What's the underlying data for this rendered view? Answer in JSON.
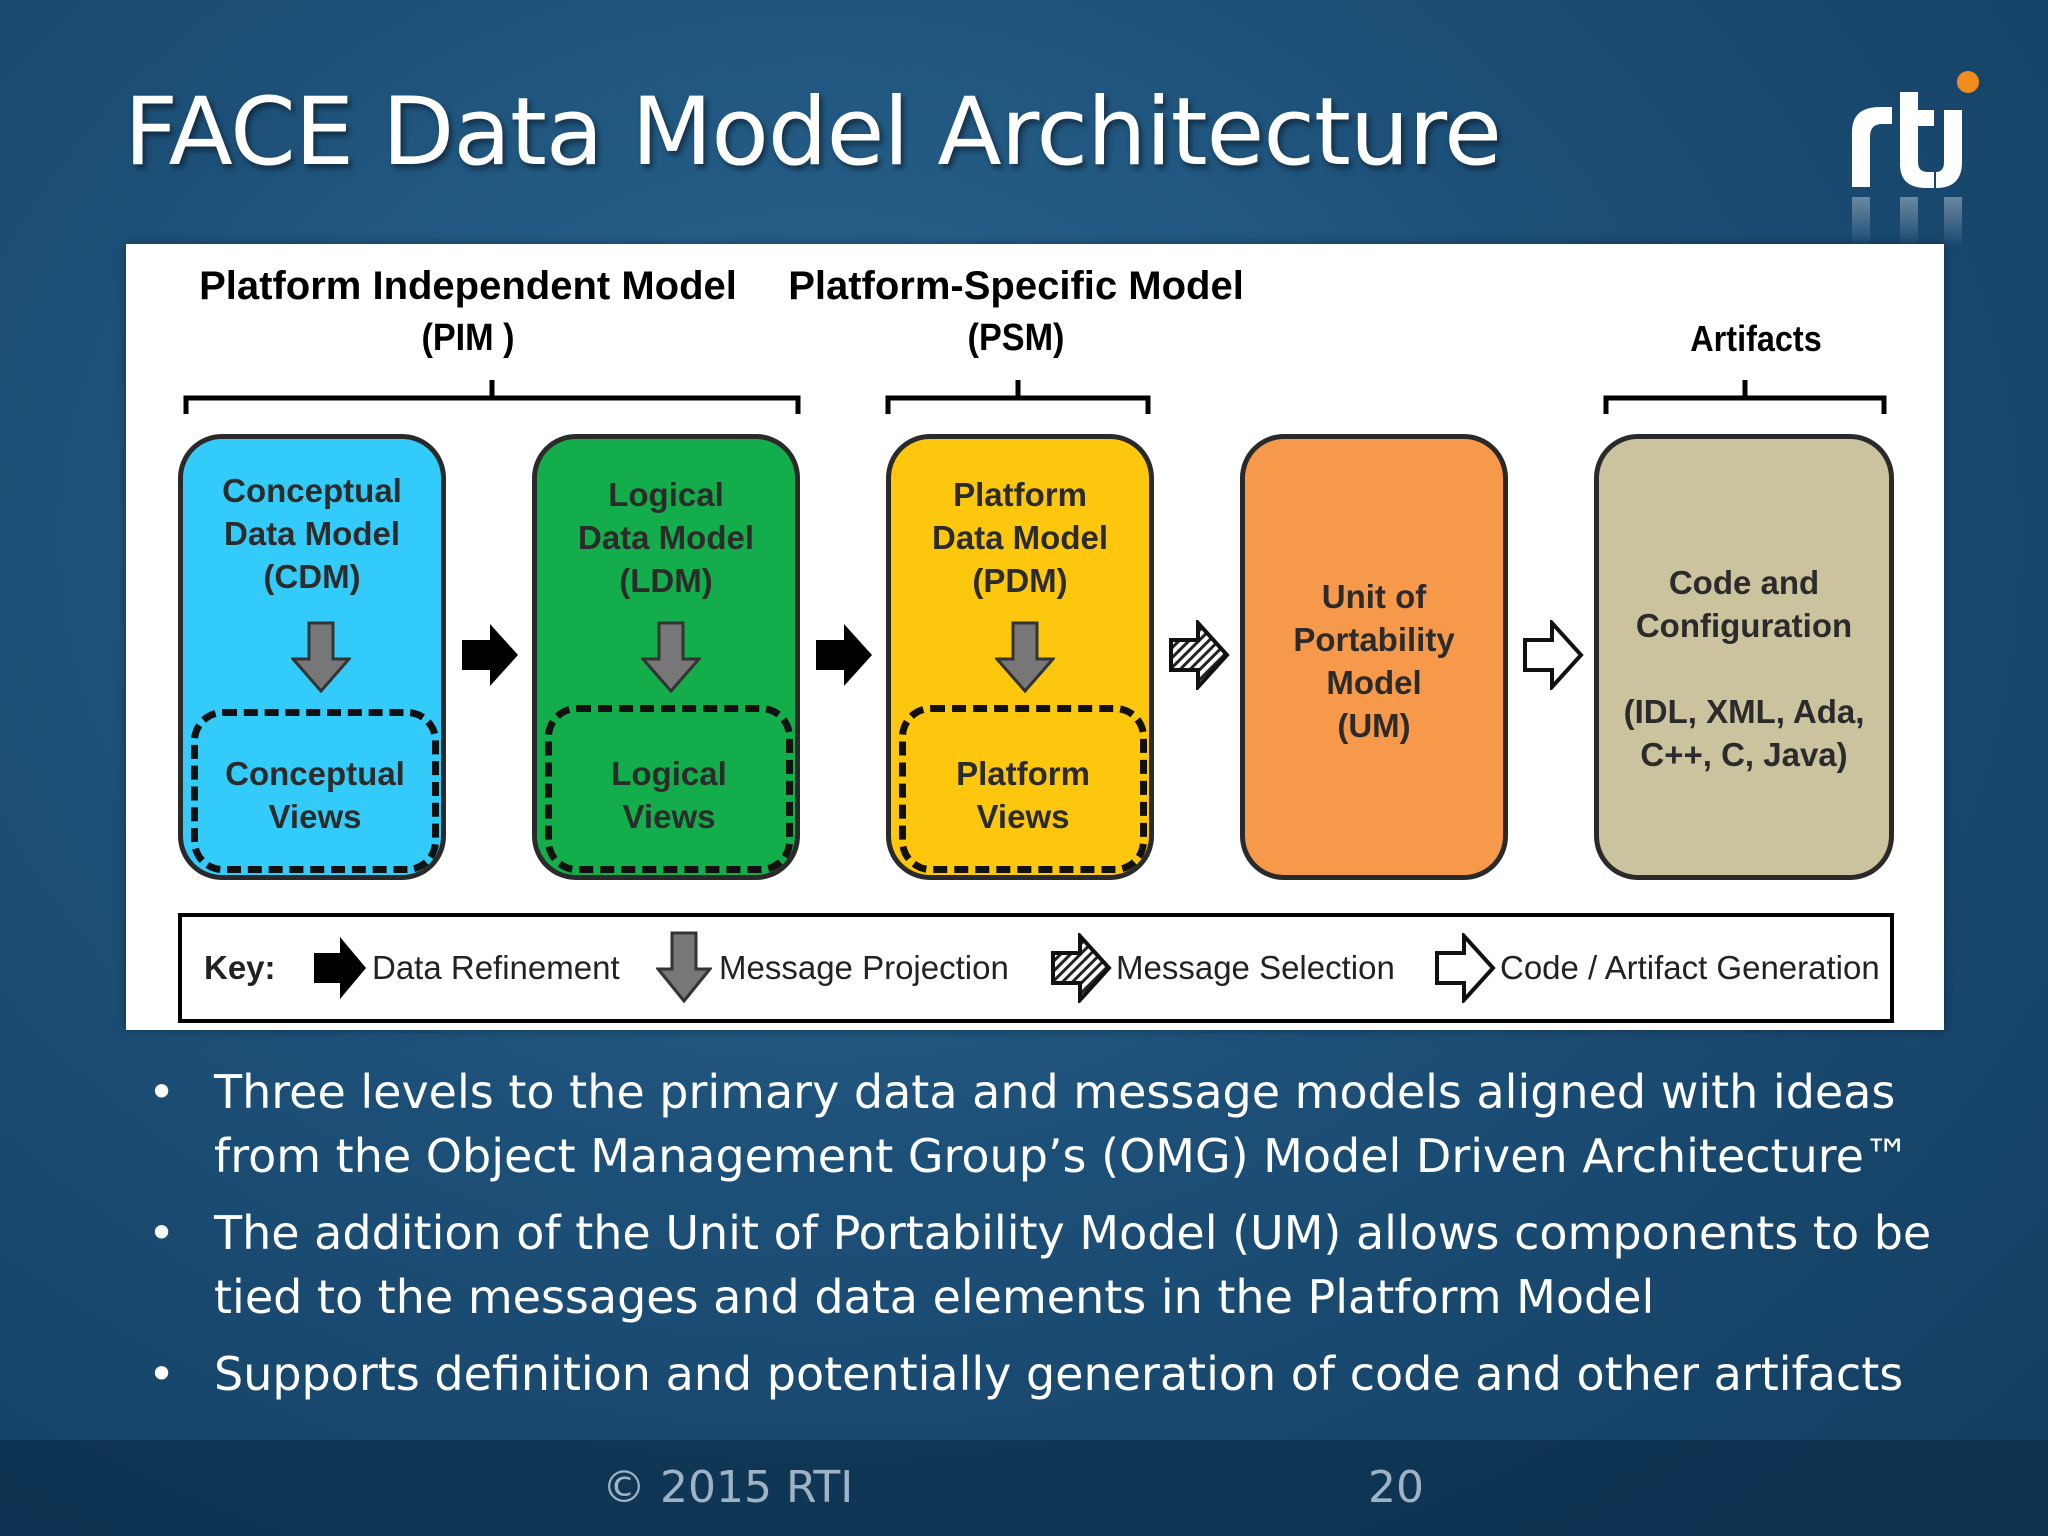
{
  "title": "FACE Data Model Architecture",
  "logo_text": "rti",
  "diagram": {
    "groups": [
      {
        "line1": "Platform Independent Model",
        "line2": "(PIM )"
      },
      {
        "line1": "Platform-Specific Model",
        "line2": "(PSM)"
      },
      {
        "line1": "",
        "line2": "Artifacts"
      }
    ],
    "boxes": [
      {
        "text": "Conceptual\nData Model\n(CDM)",
        "views": "Conceptual\nViews",
        "color": "#33ccfa"
      },
      {
        "text": "Logical\nData Model\n(LDM)",
        "views": "Logical\nViews",
        "color": "#14ad4b"
      },
      {
        "text": "Platform\nData Model\n(PDM)",
        "views": "Platform\nViews",
        "color": "#fcc70d"
      },
      {
        "text": "Unit of\nPortability\nModel\n(UM)",
        "color": "#f7994a"
      },
      {
        "text": "Code and\nConfiguration\n\n(IDL, XML, Ada,\nC++, C, Java)",
        "color": "#cbc29e"
      }
    ],
    "key": {
      "label": "Key:",
      "items": [
        "Data Refinement",
        "Message Projection",
        "Message Selection",
        "Code / Artifact Generation"
      ]
    }
  },
  "bullets": [
    "Three levels to the primary data and message models aligned with ideas from the Object Management Group’s (OMG) Model Driven Architecture™",
    "The addition of the Unit of Portability Model (UM) allows components to be tied to the messages and data elements in the Platform Model",
    "Supports definition and potentially generation of code and other artifacts"
  ],
  "bullet_char": "•",
  "footer": {
    "copyright": "© 2015 RTI",
    "page_number": "20"
  }
}
